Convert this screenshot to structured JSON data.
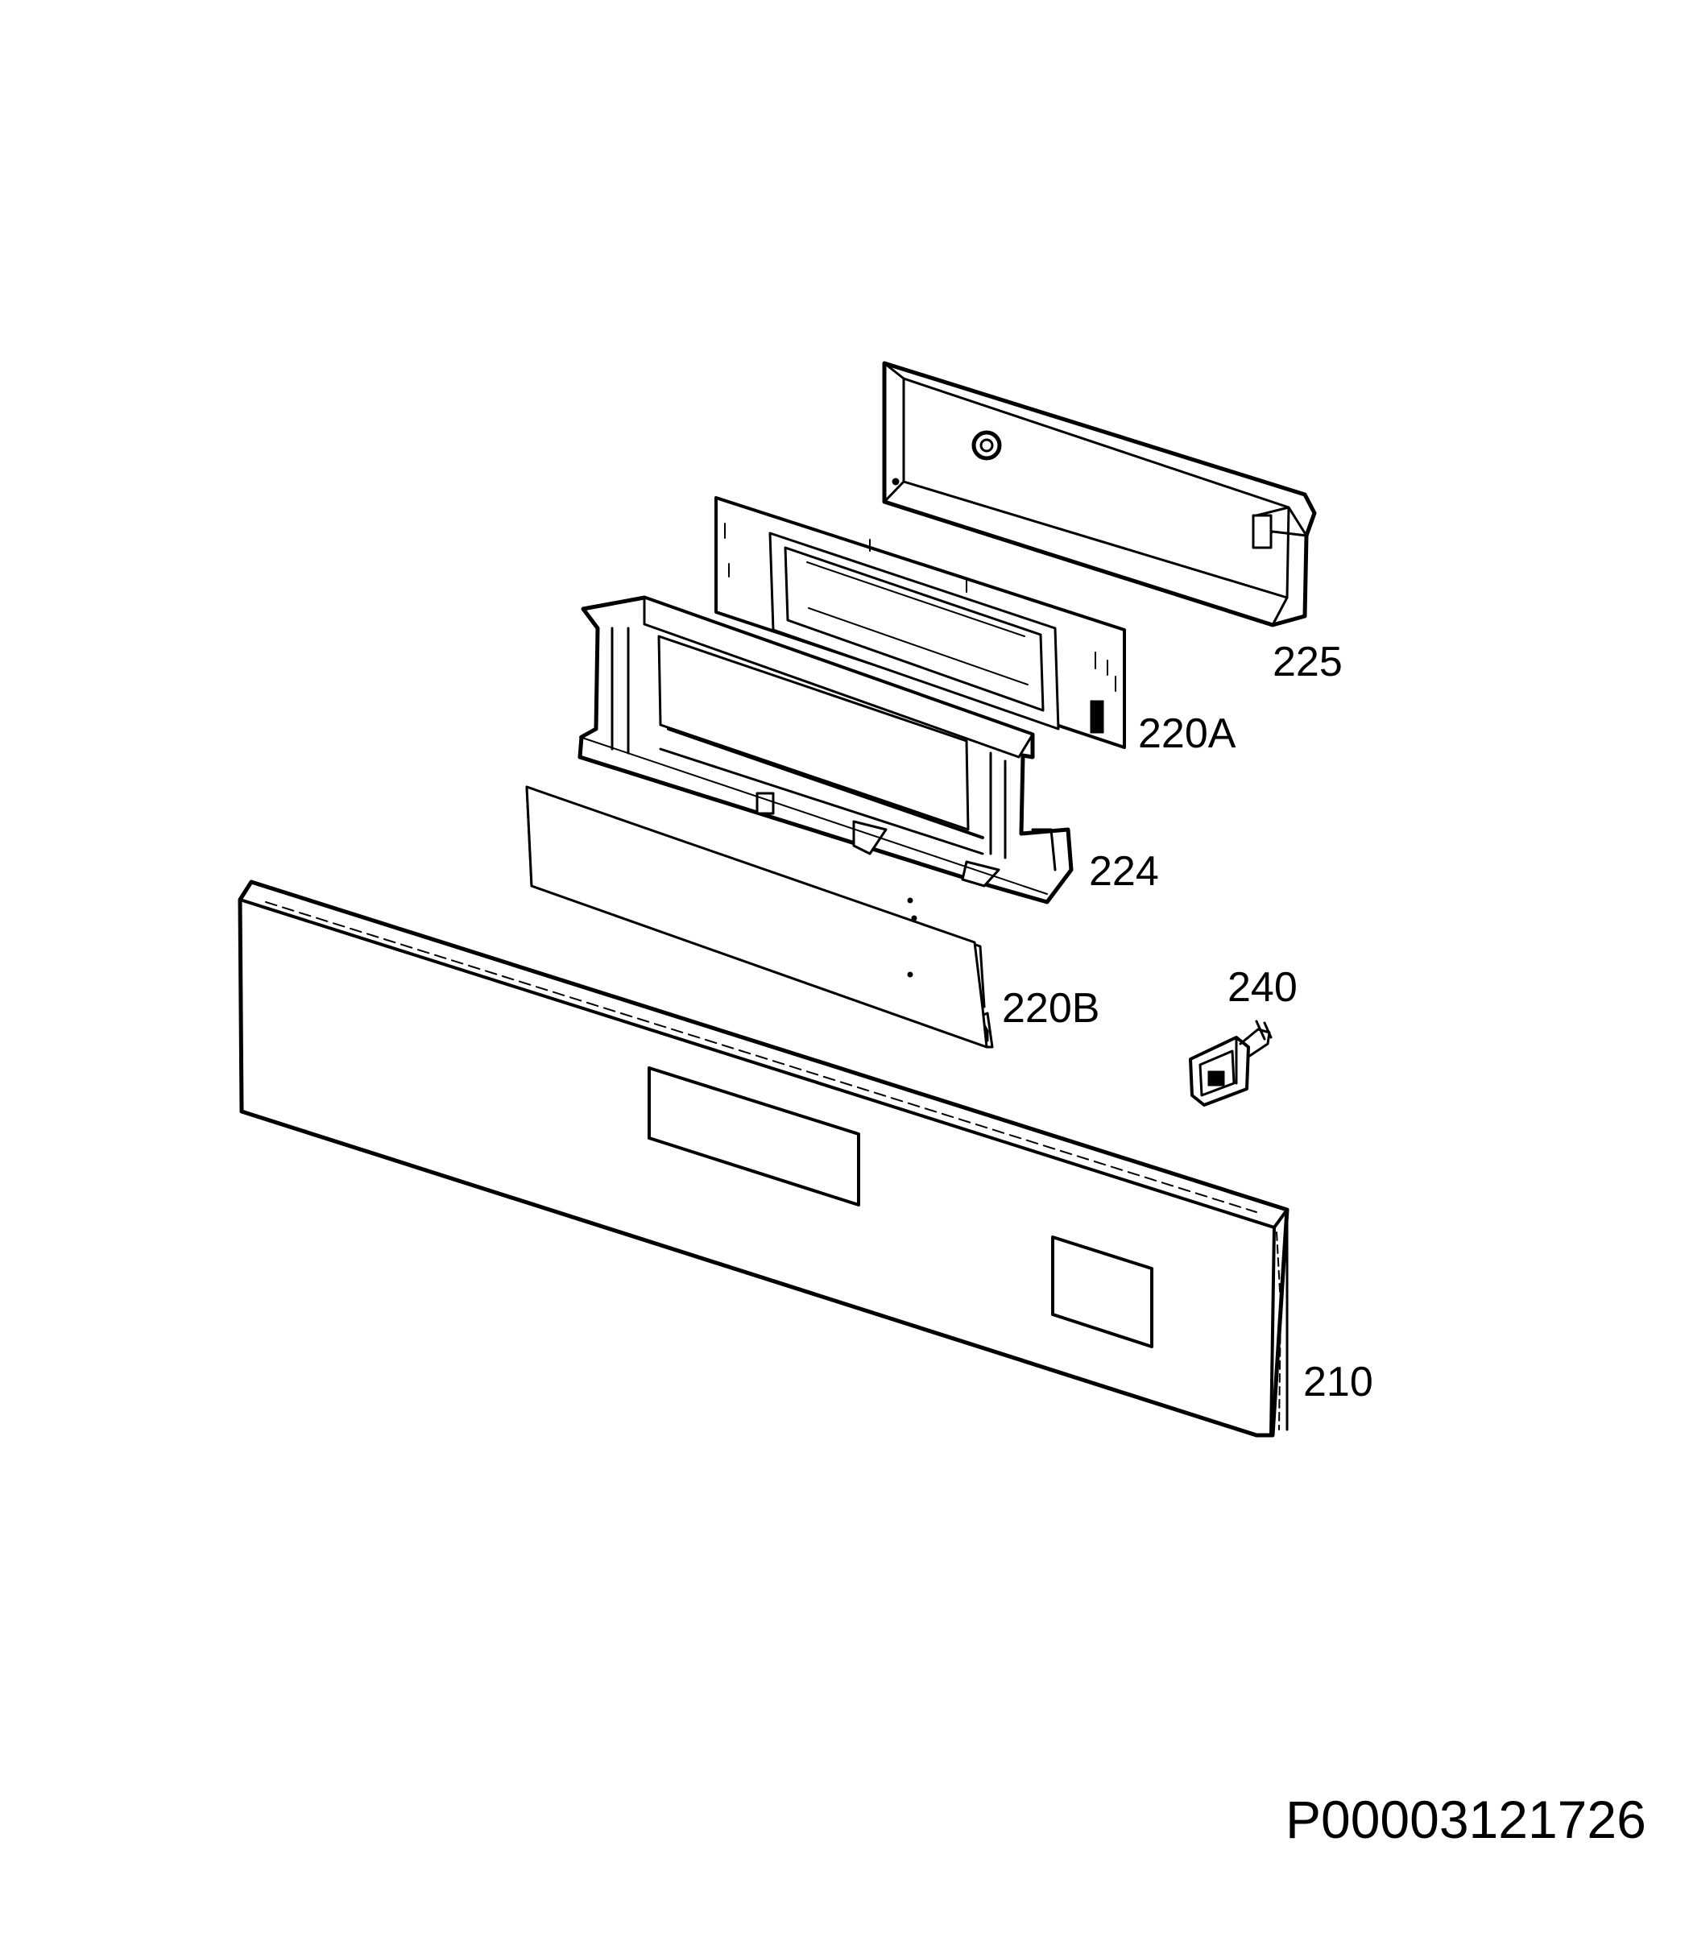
{
  "diagram": {
    "parts": [
      {
        "id": "225"
      },
      {
        "id": "220A"
      },
      {
        "id": "224"
      },
      {
        "id": "220B"
      },
      {
        "id": "240"
      },
      {
        "id": "210"
      }
    ],
    "drawing_number": "P00003121726"
  }
}
